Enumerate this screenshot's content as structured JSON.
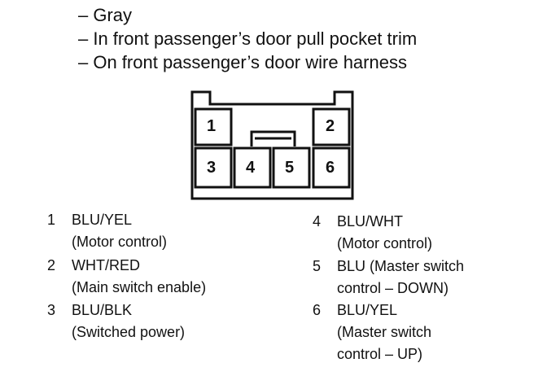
{
  "header": {
    "lines": [
      "– Gray",
      "– In front passenger’s door pull pocket trim",
      "– On front passenger’s door wire harness"
    ]
  },
  "connector": {
    "cavities": [
      "1",
      "2",
      "3",
      "4",
      "5",
      "6"
    ]
  },
  "legend": [
    {
      "num": "1",
      "lines": [
        "BLU/YEL",
        "(Motor control)"
      ]
    },
    {
      "num": "2",
      "lines": [
        "WHT/RED",
        "(Main switch enable)"
      ]
    },
    {
      "num": "3",
      "lines": [
        "BLU/BLK",
        "(Switched power)"
      ]
    },
    {
      "num": "4",
      "lines": [
        "BLU/WHT",
        "(Motor control)"
      ]
    },
    {
      "num": "5",
      "lines": [
        "BLU (Master switch",
        "control – DOWN)"
      ]
    },
    {
      "num": "6",
      "lines": [
        "BLU/YEL",
        "(Master switch",
        "control – UP)"
      ]
    }
  ]
}
